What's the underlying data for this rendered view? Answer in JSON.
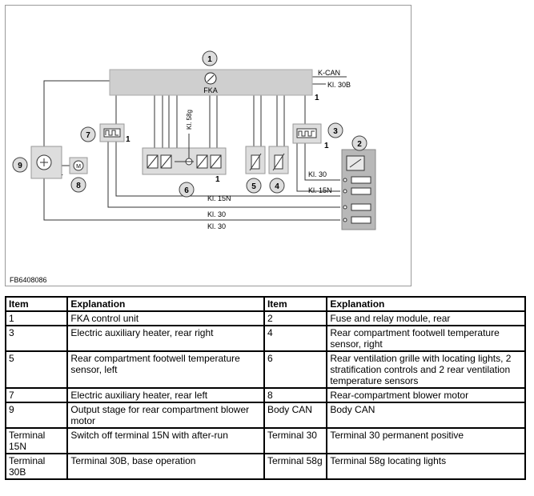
{
  "diagram": {
    "figure_id": "FB6408086",
    "module_label": "FKA",
    "bus_labels": {
      "kcan": "K-CAN",
      "kl30b": "Kl. 30B",
      "kl58g": "Kl. 58g"
    },
    "wire_labels": {
      "kl30_a": "Kl. 30",
      "kl15n_a": "Kl. 15N",
      "kl15n_b": "Kl. 15N",
      "kl30_b": "Kl. 30",
      "kl30_c": "Kl. 30"
    },
    "callouts": [
      "1",
      "2",
      "3",
      "4",
      "5",
      "6",
      "7",
      "8",
      "9"
    ],
    "ground_symbols": [
      "1",
      "1",
      "1",
      "1",
      "1"
    ]
  },
  "legend": {
    "headers": [
      "Item",
      "Explanation",
      "Item",
      "Explanation"
    ],
    "rows": [
      [
        "1",
        "FKA control unit",
        "2",
        "Fuse and relay module, rear"
      ],
      [
        "3",
        "Electric auxiliary heater, rear right",
        "4",
        "Rear compartment footwell temperature sensor, right"
      ],
      [
        "5",
        "Rear compartment footwell temperature sensor, left",
        "6",
        "Rear ventilation grille with locating lights, 2 stratification controls and 2 rear ventilation temperature sensors"
      ],
      [
        "7",
        "Electric auxiliary heater, rear left",
        "8",
        "Rear-compartment blower motor"
      ],
      [
        "9",
        "Output stage for rear compartment blower motor",
        "Body CAN",
        "Body CAN"
      ],
      [
        "Terminal 15N",
        "Switch off terminal 15N with after-run",
        "Terminal 30",
        "Terminal 30 permanent positive"
      ],
      [
        "Terminal 30B",
        "Terminal 30B, base operation",
        "Terminal 58g",
        "Terminal 58g locating lights"
      ]
    ]
  }
}
